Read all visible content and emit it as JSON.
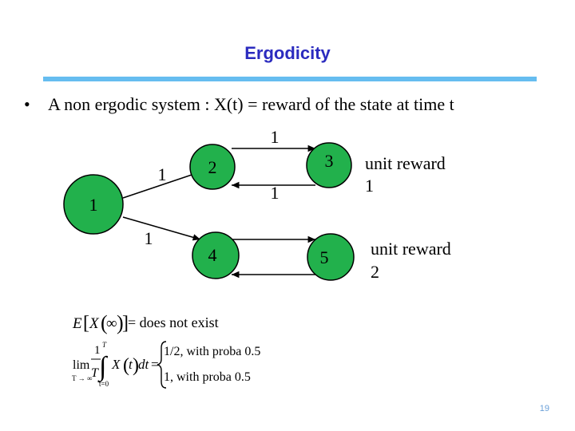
{
  "slide": {
    "title": "Ergodicity",
    "bullet": "A non ergodic system : X(t) = reward of the state at time t",
    "page_number": "19"
  },
  "diagram": {
    "node_fill": "#22b14c",
    "nodes": {
      "n1": "1",
      "n2": "2",
      "n3": "3",
      "n4": "4",
      "n5": "5"
    },
    "edge_labels": {
      "e1_2": "1",
      "e1_4": "1",
      "e2_3_top": "1",
      "e2_3_bottom": "1"
    },
    "annotations": {
      "reward_top_line1": "unit reward",
      "reward_top_line2": "1",
      "reward_bottom_line1": "unit reward",
      "reward_bottom_line2": "2"
    }
  },
  "formulas": {
    "expectation": "= does not exist",
    "lim": "lim",
    "lim_sub": "T → ∞",
    "frac_num": "1",
    "frac_den": "T",
    "int_upper": "T",
    "int_lower": "t=0",
    "case1": "1/2, with proba 0.5",
    "case2": "1, with proba 0.5"
  }
}
